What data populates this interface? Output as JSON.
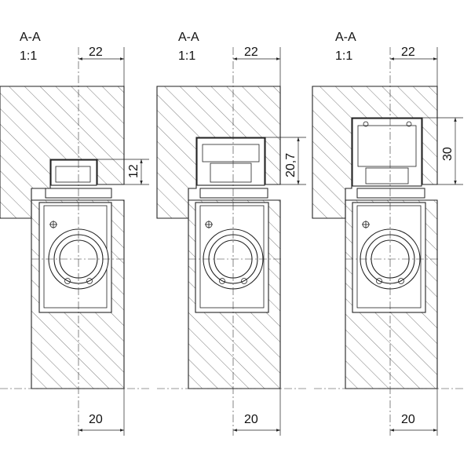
{
  "views": [
    {
      "section_label": "A-A",
      "scale_label": "1:1",
      "top_dimension": "22",
      "side_dimension": "12",
      "bottom_dimension": "20"
    },
    {
      "section_label": "A-A",
      "scale_label": "1:1",
      "top_dimension": "22",
      "side_dimension": "20,7",
      "bottom_dimension": "20"
    },
    {
      "section_label": "A-A",
      "scale_label": "1:1",
      "top_dimension": "22",
      "side_dimension": "30",
      "bottom_dimension": "20"
    }
  ]
}
